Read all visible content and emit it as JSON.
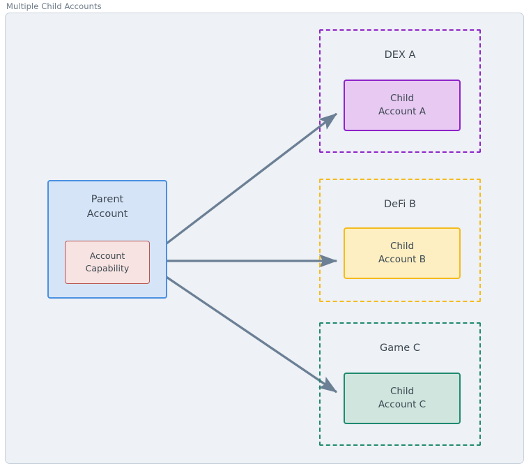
{
  "diagram": {
    "frame_title": "Multiple Child Accounts",
    "background_color": "#eef1f5",
    "frame_border_color": "#c9d2dc",
    "edge_color": "#6b7f95",
    "parent": {
      "title_line1": "Parent",
      "title_line2": "Account",
      "fill": "#d6e4f7",
      "stroke": "#4a90e2",
      "capability": {
        "line1": "Account",
        "line2": "Capability",
        "fill": "#f7e3e1",
        "stroke": "#b85450"
      }
    },
    "clusters": [
      {
        "label": "DEX A",
        "stroke": "#8e24c9",
        "child": {
          "line1": "Child",
          "line2": "Account A",
          "fill": "#e7c9f2",
          "stroke": "#8e24c9"
        }
      },
      {
        "label": "DeFi B",
        "stroke": "#f5bb1d",
        "child": {
          "line1": "Child",
          "line2": "Account B",
          "fill": "#fdefc2",
          "stroke": "#f5bb1d"
        }
      },
      {
        "label": "Game C",
        "stroke": "#1f8a70",
        "child": {
          "line1": "Child",
          "line2": "Account C",
          "fill": "#cfe5dd",
          "stroke": "#1f8a70"
        }
      }
    ],
    "edges": [
      {
        "from": "Account Capability",
        "to": "Child Account A"
      },
      {
        "from": "Account Capability",
        "to": "Child Account B"
      },
      {
        "from": "Account Capability",
        "to": "Child Account C"
      }
    ]
  }
}
